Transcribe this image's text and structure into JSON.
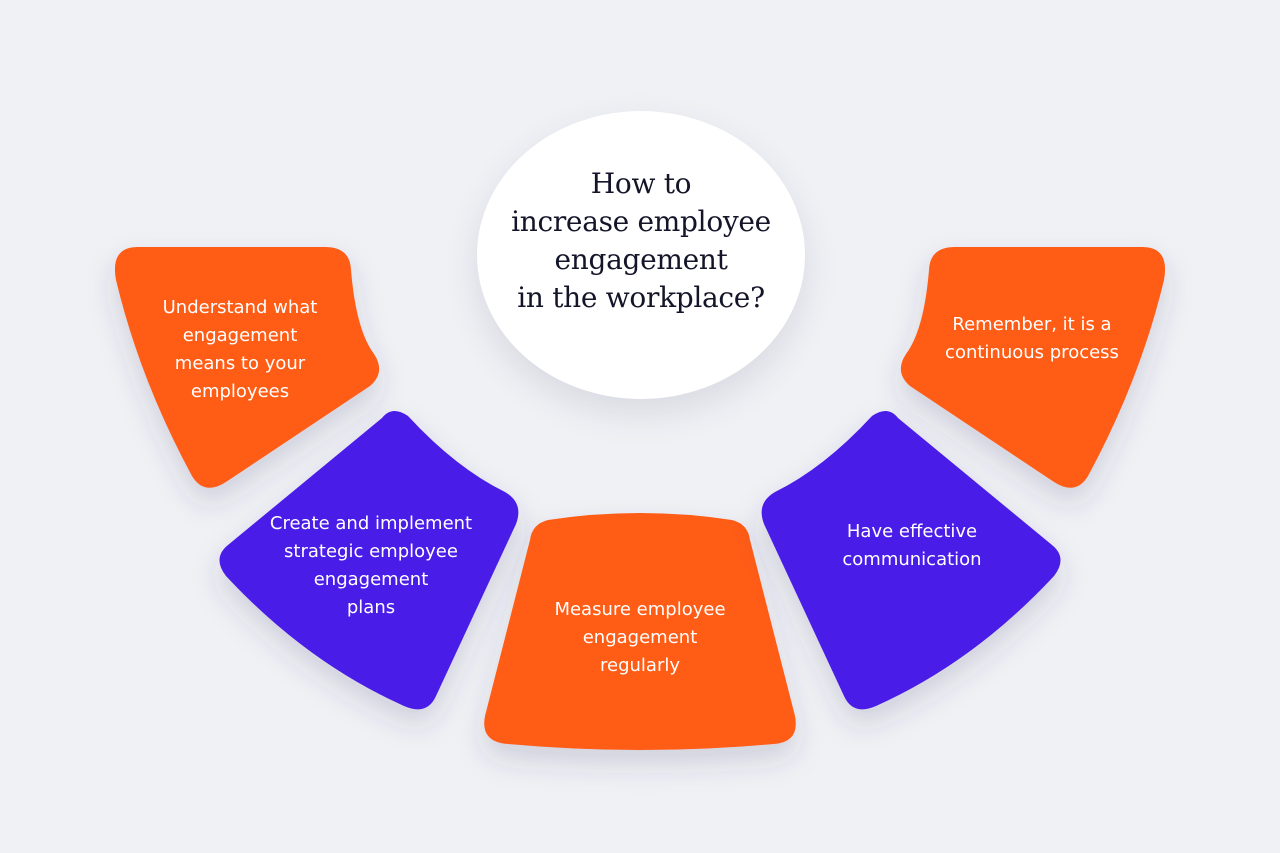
{
  "title": {
    "lines": [
      "How to",
      "increase employee",
      "engagement",
      "in the workplace?"
    ]
  },
  "colors": {
    "background": "#f0f1f5",
    "orange": "#ff5b12",
    "purple": "#4a1ae8",
    "circle": "#ffffff",
    "title_text": "#15152a",
    "label_text": "#ffffff"
  },
  "segments": [
    {
      "color": "orange",
      "lines": [
        "Understand what",
        "engagement",
        "means to your",
        "employees"
      ]
    },
    {
      "color": "purple",
      "lines": [
        "Create and implement",
        "strategic employee",
        "engagement",
        "plans"
      ]
    },
    {
      "color": "orange",
      "lines": [
        "Measure employee",
        "engagement",
        "regularly"
      ]
    },
    {
      "color": "purple",
      "lines": [
        "Have effective",
        "communication"
      ]
    },
    {
      "color": "orange",
      "lines": [
        "Remember, it is a",
        "continuous process"
      ]
    }
  ]
}
